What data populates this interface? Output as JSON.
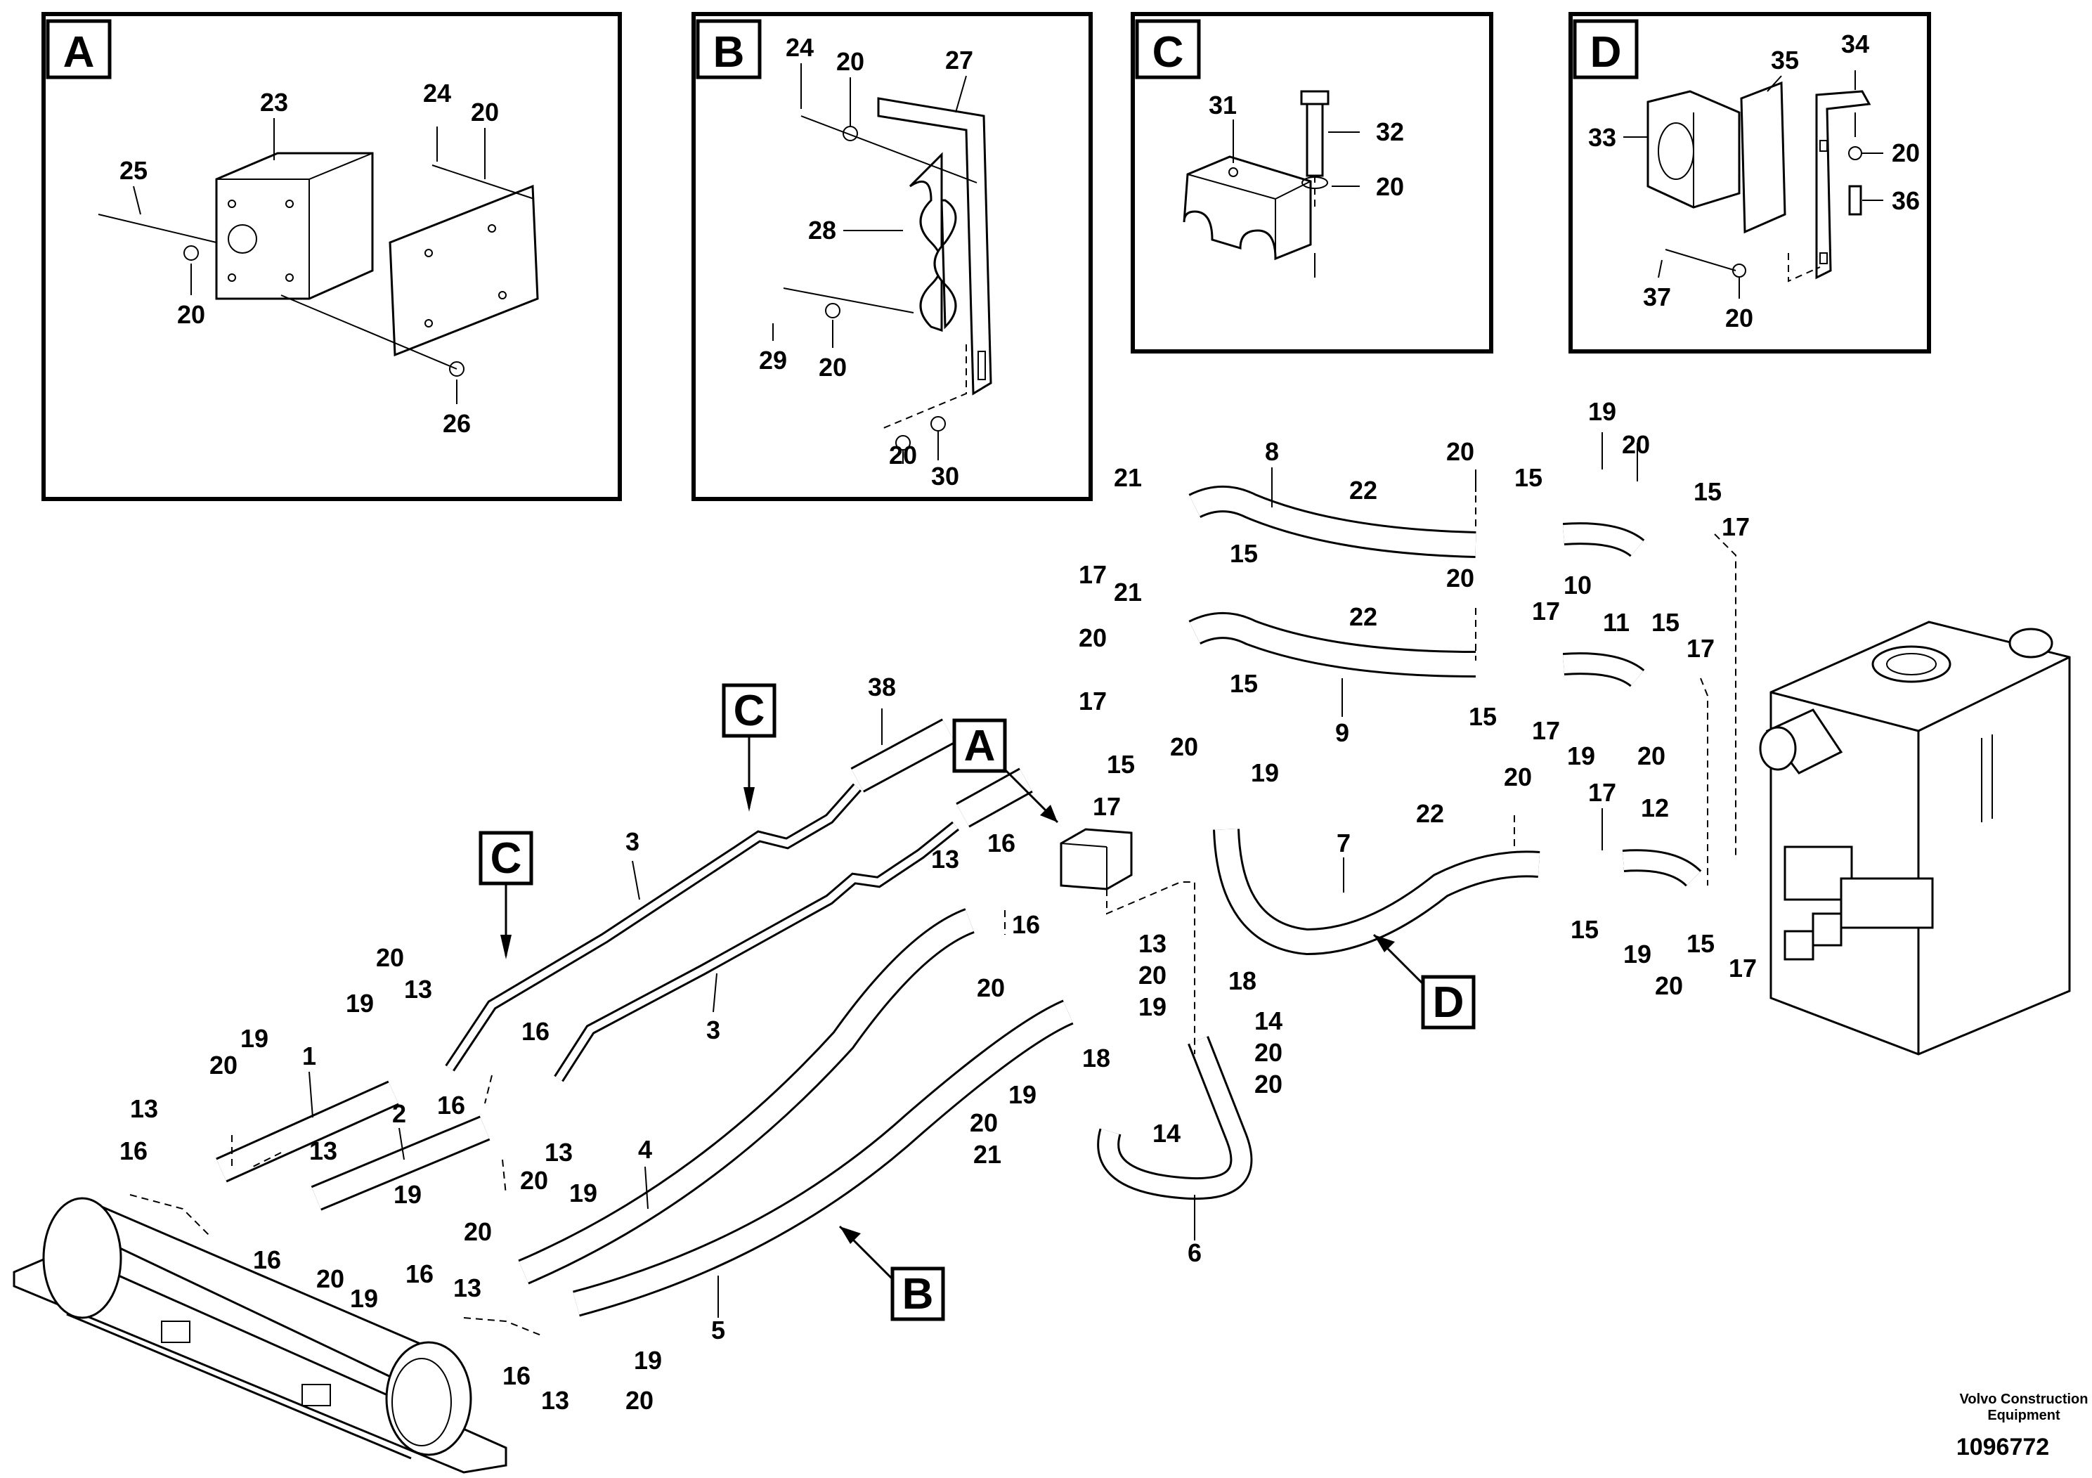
{
  "callouts": {
    "A": "A",
    "B": "B",
    "C": "C",
    "D": "D"
  },
  "inset_parts": {
    "A": [
      "23",
      "24",
      "20",
      "25",
      "20",
      "26"
    ],
    "B": [
      "24",
      "20",
      "27",
      "28",
      "29",
      "20",
      "20",
      "30"
    ],
    "C": [
      "31",
      "32",
      "20"
    ],
    "D": [
      "35",
      "34",
      "33",
      "20",
      "36",
      "37",
      "20"
    ]
  },
  "main_parts": {
    "top_right": [
      "8",
      "20",
      "19",
      "20",
      "21",
      "22",
      "15",
      "15",
      "17",
      "15",
      "17",
      "10",
      "17",
      "20",
      "21",
      "20",
      "22",
      "11",
      "15",
      "17",
      "17",
      "15",
      "15",
      "9",
      "17",
      "19",
      "20"
    ],
    "mid_right": [
      "20",
      "15",
      "19",
      "17",
      "22",
      "20",
      "17",
      "12",
      "7",
      "15",
      "15",
      "19",
      "20",
      "17"
    ],
    "middle": [
      "38",
      "16",
      "13",
      "16",
      "13",
      "20",
      "19",
      "20",
      "18",
      "14",
      "20",
      "18",
      "20",
      "19",
      "20",
      "21",
      "14",
      "6"
    ],
    "left": [
      "3",
      "3",
      "20",
      "19",
      "13",
      "1",
      "20",
      "19",
      "13",
      "16",
      "16",
      "2",
      "13",
      "16",
      "13",
      "20",
      "19",
      "16",
      "20",
      "19",
      "4",
      "20",
      "19",
      "13",
      "16",
      "5",
      "16",
      "13",
      "19",
      "20"
    ]
  },
  "footer": {
    "credit_line1": "Volvo Construction",
    "credit_line2": "Equipment",
    "doc_number": "1096772"
  }
}
